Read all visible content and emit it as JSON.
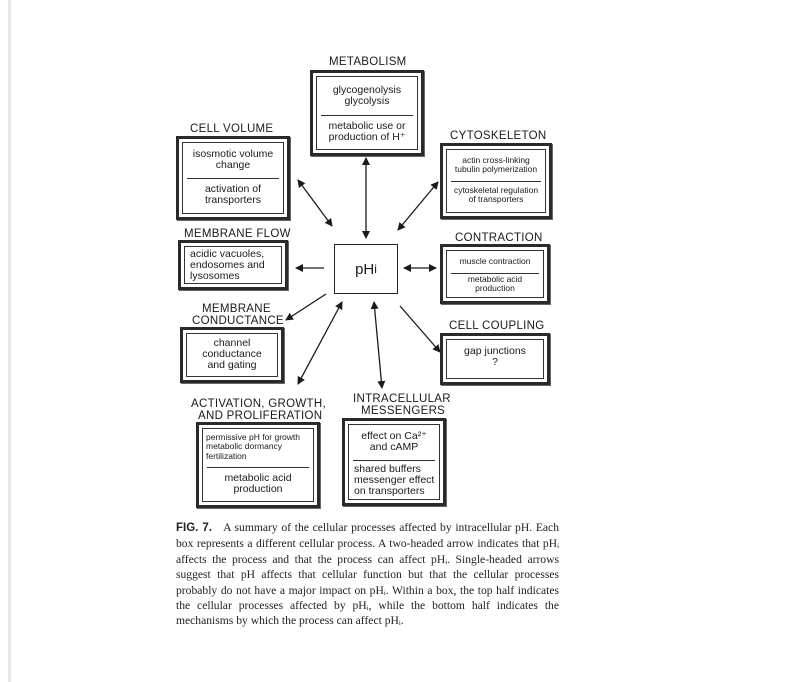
{
  "center": {
    "label": "pH",
    "subscript": "i"
  },
  "boxes": {
    "metabolism": {
      "title": "METABOLISM",
      "top": "glycogenolysis\nglycolysis",
      "bottom": "metabolic use or\nproduction of H⁺"
    },
    "cell_volume": {
      "title": "CELL VOLUME",
      "top": "isosmotic volume\nchange",
      "bottom": "activation of\ntransporters"
    },
    "cytoskeleton": {
      "title": "CYTOSKELETON",
      "top": "actin cross-linking\ntubulin polymerization",
      "bottom": "cytoskeletal regulation\nof transporters"
    },
    "membrane_flow": {
      "title": "MEMBRANE FLOW",
      "top": "acidic vacuoles,\nendosomes and\nlysosomes"
    },
    "contraction": {
      "title": "CONTRACTION",
      "top": "muscle contraction",
      "bottom": "metabolic acid\nproduction"
    },
    "membrane_conductance": {
      "title_line1": "MEMBRANE",
      "title_line2": "CONDUCTANCE",
      "top": "channel\nconductance\nand gating"
    },
    "cell_coupling": {
      "title": "CELL COUPLING",
      "top": "gap junctions\n?"
    },
    "activation": {
      "title_line1": "ACTIVATION, GROWTH,",
      "title_line2": "AND PROLIFERATION",
      "top": "permissive pH for growth\nmetabolic dormancy\nfertilization",
      "bottom": "metabolic acid\nproduction"
    },
    "messengers": {
      "title_line1": "INTRACELLULAR",
      "title_line2": "MESSENGERS",
      "top": "effect on Ca²⁺\nand cAMP",
      "bottom": "shared buffers\nmessenger effect\non transporters"
    }
  },
  "caption": {
    "fig_label": "FIG. 7.",
    "text": "A summary of the cellular processes affected by intracellular pH. Each box represents a different cellular process. A two-headed arrow indicates that pHᵢ affects the process and that the process can affect pHᵢ. Single-headed arrows suggest that pH affects that cellular function but that the cellular processes probably do not have a major impact on pHᵢ. Within a box, the top half indicates the cellular processes affected by pHᵢ, while the bottom half indicates the mechanisms by which the process can affect pHᵢ."
  }
}
